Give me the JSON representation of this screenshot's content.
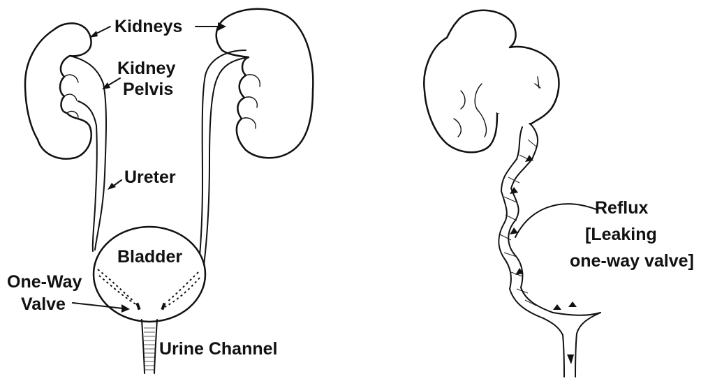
{
  "labels": {
    "kidneys": "Kidneys",
    "kidney_pelvis_line1": "Kidney",
    "kidney_pelvis_line2": "Pelvis",
    "ureter": "Ureter",
    "bladder": "Bladder",
    "one_way_valve_line1": "One-Way",
    "one_way_valve_line2": "Valve",
    "urine_channel": "Urine Channel",
    "reflux_line1": "Reflux",
    "reflux_line2": "[Leaking",
    "reflux_line3": "one-way valve]"
  }
}
